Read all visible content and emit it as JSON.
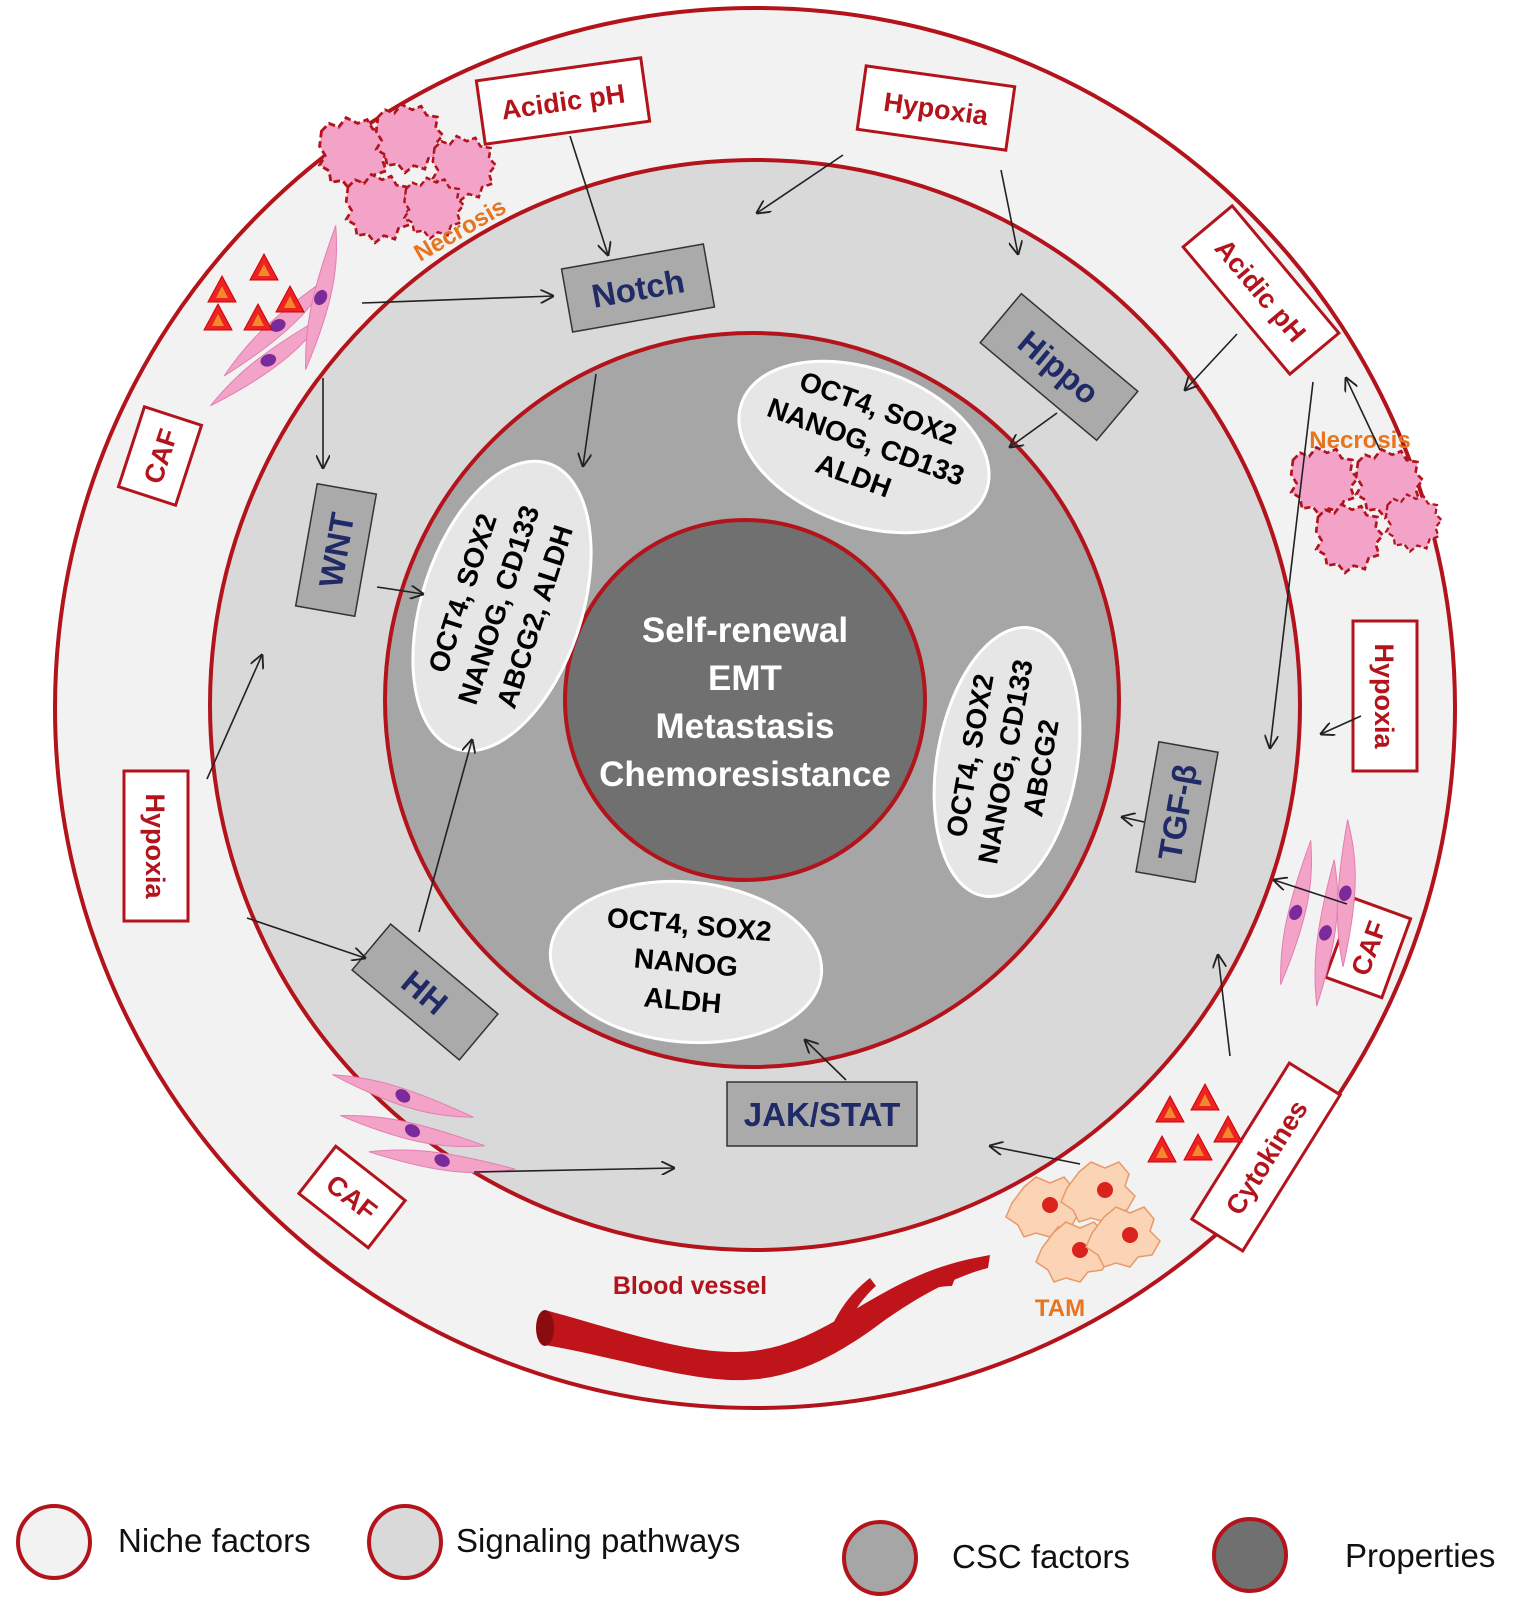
{
  "colors": {
    "ring_stroke": "#b3131b",
    "niche_fill": "#f2f2f2",
    "pathway_fill": "#d9d9d9",
    "csc_fill": "#a6a6a6",
    "core_fill": "#707070",
    "pathway_box": "#aaaaaa",
    "pathway_text": "#1f2a66",
    "niche_text": "#b3131b",
    "orange_text": "#e8741e"
  },
  "core": {
    "lines": [
      "Self-renewal",
      "EMT",
      "Metastasis",
      "Chemoresistance"
    ]
  },
  "pathways": {
    "notch": "Notch",
    "hippo": "Hippo",
    "wnt": "WNT",
    "tgfb": "TGF-β",
    "hh": "HH",
    "jakstat": "JAK/STAT"
  },
  "csc_factors": {
    "left": [
      "OCT4, SOX2",
      "NANOG, CD133",
      "ABCG2, ALDH"
    ],
    "top_right": [
      "OCT4, SOX2",
      "NANOG, CD133",
      "ALDH"
    ],
    "right": [
      "OCT4, SOX2",
      "NANOG, CD133",
      "ABCG2"
    ],
    "bottom": [
      "OCT4, SOX2",
      "NANOG",
      "ALDH"
    ]
  },
  "niche": {
    "acidic_ph_top": "Acidic pH",
    "hypoxia_top": "Hypoxia",
    "acidic_ph_right": "Acidic pH",
    "hypoxia_right": "Hypoxia",
    "hypoxia_left": "Hypoxia",
    "caf_left": "CAF",
    "caf_right": "CAF",
    "caf_bottom": "CAF",
    "cytokines": "Cytokines",
    "necrosis_top": "Necrosis",
    "necrosis_right": "Necrosis",
    "blood_vessel": "Blood vessel",
    "tam": "TAM"
  },
  "legend": [
    {
      "label": "Niche factors",
      "color": "#f2f2f2"
    },
    {
      "label": "Signaling pathways",
      "color": "#d9d9d9"
    },
    {
      "label": "CSC factors",
      "color": "#a6a6a6"
    },
    {
      "label": "Properties",
      "color": "#707070"
    }
  ]
}
